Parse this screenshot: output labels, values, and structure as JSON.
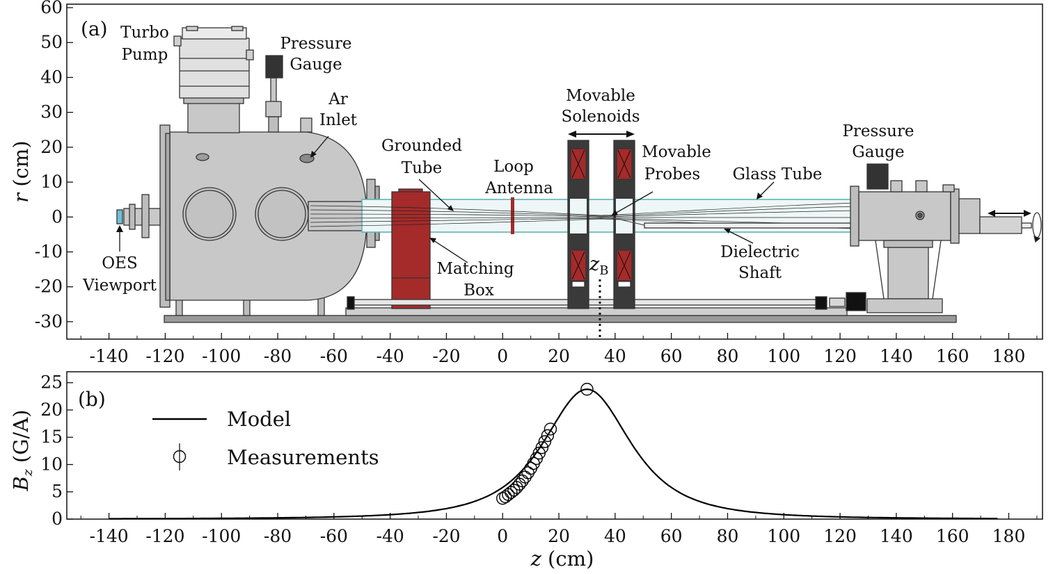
{
  "figure": {
    "panel_a_label": "(a)",
    "panel_b_label": "(b)",
    "zb_main": "z",
    "zb_sub": "B"
  },
  "labels": {
    "turbo_pump": [
      "Turbo",
      "Pump"
    ],
    "pressure_gauge_left": [
      "Pressure",
      "Gauge"
    ],
    "ar_inlet": [
      "Ar",
      "Inlet"
    ],
    "grounded_tube": [
      "Grounded",
      "Tube"
    ],
    "loop_antenna": [
      "Loop",
      "Antenna"
    ],
    "movable_solenoids": [
      "Movable",
      "Solenoids"
    ],
    "movable_probes": [
      "Movable",
      "Probes"
    ],
    "glass_tube": [
      "Glass Tube"
    ],
    "pressure_gauge_right": [
      "Pressure",
      "Gauge"
    ],
    "oes_viewport": [
      "OES",
      "Viewport"
    ],
    "matching_box": [
      "Matching",
      "Box"
    ],
    "dielectric_shaft": [
      "Dielectric",
      "Shaft"
    ]
  },
  "colors": {
    "chamber": "#c8c8c8",
    "chamber_dark": "#a9a9a9",
    "matching_box": "#a52a2a",
    "solenoid_frame": "#3a3a3a",
    "glass": "#7fc9c9",
    "glass_fill": "#eef7f7",
    "model_line": "#000000"
  },
  "chart_data": [
    {
      "type": "diagram",
      "x_range": [
        -155,
        192
      ],
      "ylim": [
        -35,
        61
      ],
      "x_ticks": [
        -140,
        -120,
        -100,
        -80,
        -60,
        -40,
        -20,
        0,
        20,
        40,
        60,
        80,
        100,
        120,
        140,
        160,
        180
      ],
      "y_ticks": [
        60,
        50,
        40,
        30,
        20,
        10,
        0,
        -10,
        -20,
        -30
      ],
      "ylabel": "r (cm)",
      "zB_position": 30
    },
    {
      "type": "line",
      "x_range": [
        -155,
        192
      ],
      "ylim": [
        0,
        27
      ],
      "x_ticks": [
        -140,
        -120,
        -100,
        -80,
        -60,
        -40,
        -20,
        0,
        20,
        40,
        60,
        80,
        100,
        120,
        140,
        160,
        180
      ],
      "y_ticks": [
        25,
        20,
        15,
        10,
        5,
        0
      ],
      "xlabel": "z (cm)",
      "ylabel": "Bz (G/A)",
      "series": [
        {
          "name": "Model",
          "kind": "line",
          "peak_z": 30,
          "peak_value": 23.8,
          "z_start": -140,
          "z_end": 176
        },
        {
          "name": "Measurements",
          "kind": "scatter",
          "x": [
            0,
            1,
            2,
            3,
            4,
            5,
            6,
            7,
            8,
            9,
            10,
            11,
            12,
            13,
            14,
            15,
            16,
            17,
            30
          ],
          "y": [
            3.8,
            4.1,
            4.5,
            4.9,
            5.3,
            5.8,
            6.4,
            7.0,
            7.7,
            8.5,
            9.3,
            10.2,
            11.1,
            12.1,
            13.1,
            14.2,
            15.3,
            16.5,
            23.8
          ]
        }
      ]
    }
  ]
}
